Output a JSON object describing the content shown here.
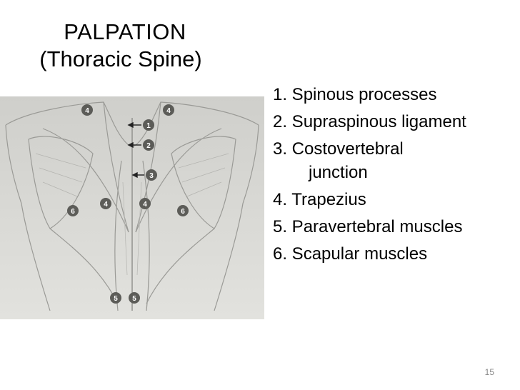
{
  "slide": {
    "title_line1": "PALPATION",
    "title_line2": "(Thoracic Spine)",
    "page_number": "15"
  },
  "figure": {
    "description_icon": "back-anatomy-figure",
    "markers": {
      "m1": "1",
      "m2": "2",
      "m3": "3",
      "m4a": "4",
      "m4b": "4",
      "m4c": "4",
      "m4d": "4",
      "m5a": "5",
      "m5b": "5",
      "m6a": "6",
      "m6b": "6"
    }
  },
  "list": {
    "item1": "1. Spinous processes",
    "item2": "2. Supraspinous ligament",
    "item3_line1": "3. Costovertebral",
    "item3_line2": "junction",
    "item4": "4. Trapezius",
    "item5": "5. Paravertebral muscles",
    "item6": "6. Scapular muscles"
  }
}
